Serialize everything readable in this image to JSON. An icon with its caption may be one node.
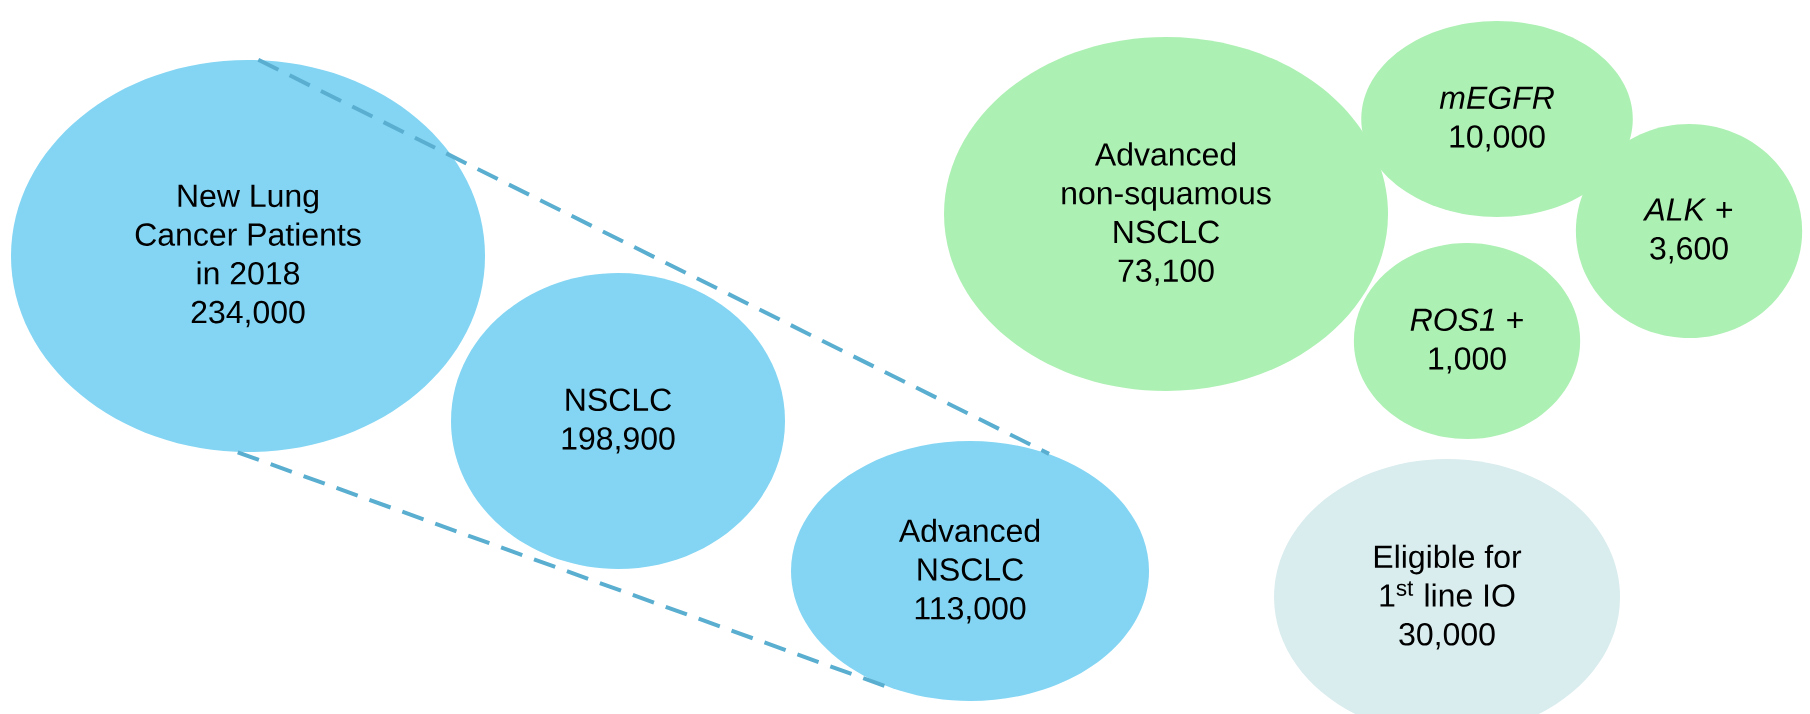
{
  "diagram": {
    "nodes": [
      {
        "text": [
          "New Lung Cancer Patients in 2018",
          "234,000"
        ]
      },
      {
        "text": [
          "NSCLC",
          "198,900"
        ]
      },
      {
        "text": [
          "Advanced NSCLC",
          "113,000"
        ]
      },
      {
        "text": [
          "Advanced non-squamous NSCLC",
          "73,100"
        ]
      },
      {
        "text": [
          "*mEGFR*",
          "10,000"
        ]
      },
      {
        "text": [
          "*ALK* +",
          "3,600"
        ]
      },
      {
        "text": [
          "*ROS1* +",
          "1,000"
        ]
      },
      {
        "text": [
          "Eligible for 1$^{st}$ line IO",
          "30,000"
        ]
      }
    ],
    "edges": [
      {
        "from": 0,
        "to": 2,
        "arrow": "none",
        "style": "dashed"
      },
      {
        "from": 0,
        "to": 2,
        "arrow": "none",
        "style": "dashed"
      }
    ]
  }
}
